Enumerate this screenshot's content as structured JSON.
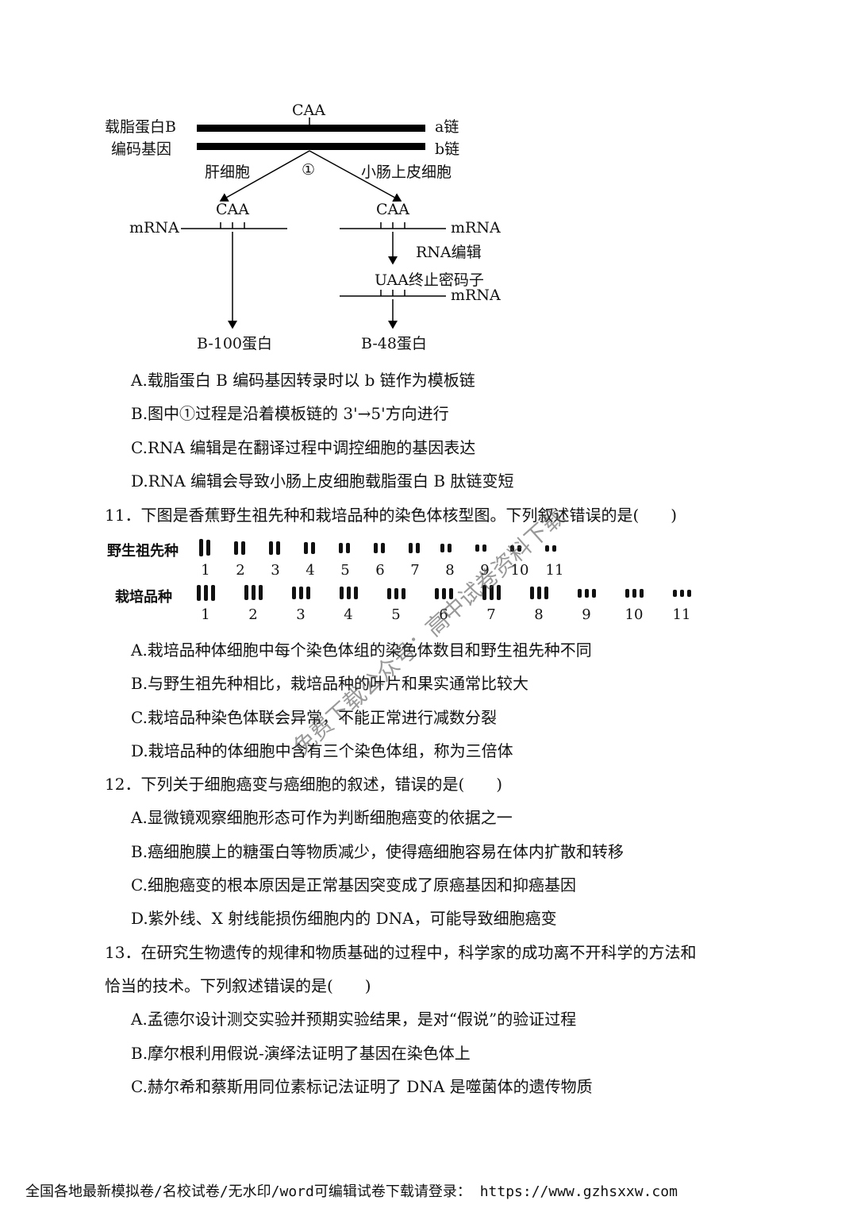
{
  "diagram": {
    "gene_label_line1": "载脂蛋白B",
    "gene_label_line2": "编码基因",
    "strand_a": "a链",
    "strand_b": "b链",
    "codon_top": "CAA",
    "left_cell": "肝细胞",
    "process_marker": "①",
    "right_cell": "小肠上皮细胞",
    "left_codon": "CAA",
    "right_codon": "CAA",
    "mrna_left": "mRNA",
    "mrna_right": "mRNA",
    "rna_editing": "RNA编辑",
    "stop_codon": "UAA终止密码子",
    "mrna_edited": "mRNA",
    "protein_left": "B-100蛋白",
    "protein_right": "B-48蛋白"
  },
  "q10_options": [
    "A.载脂蛋白 B 编码基因转录时以 b 链作为模板链",
    "B.图中①过程是沿着模板链的 3'→5'方向进行",
    "C.RNA 编辑是在翻译过程中调控细胞的基因表达",
    "D.RNA 编辑会导致小肠上皮细胞载脂蛋白 B 肽链变短"
  ],
  "q11": {
    "stem": "11．下图是香蕉野生祖先种和栽培品种的染色体核型图。下列叙述错误的是(　　)",
    "wild_label": "野生祖先种",
    "cultivated_label": "栽培品种",
    "numbers": [
      "1",
      "2",
      "3",
      "4",
      "5",
      "6",
      "7",
      "8",
      "9",
      "10",
      "11"
    ],
    "options": [
      "A.栽培品种体细胞中每个染色体组的染色体数目和野生祖先种不同",
      "B.与野生祖先种相比，栽培品种的叶片和果实通常比较大",
      "C.栽培品种染色体联会异常，不能正常进行减数分裂",
      "D.栽培品种的体细胞中含有三个染色体组，称为三倍体"
    ]
  },
  "q12": {
    "stem": "12．下列关于细胞癌变与癌细胞的叙述，错误的是(　　)",
    "options": [
      "A.显微镜观察细胞形态可作为判断细胞癌变的依据之一",
      "B.癌细胞膜上的糖蛋白等物质减少，使得癌细胞容易在体内扩散和转移",
      "C.细胞癌变的根本原因是正常基因突变成了原癌基因和抑癌基因",
      "D.紫外线、X 射线能损伤细胞内的 DNA，可能导致细胞癌变"
    ]
  },
  "q13": {
    "stem_line1": "13．在研究生物遗传的规律和物质基础的过程中，科学家的成功离不开科学的方法和",
    "stem_line2": "恰当的技术。下列叙述错误的是(　　)",
    "options": [
      "A.孟德尔设计测交实验并预期实验结果，是对“假说”的验证过程",
      "B.摩尔根利用假说-演绎法证明了基因在染色体上",
      "C.赫尔希和蔡斯用同位素标记法证明了 DNA 是噬菌体的遗传物质"
    ]
  },
  "watermark": "免费下载公众号：高中试卷资料下载",
  "footer": "全国各地最新模拟卷/名校试卷/无水印/word可编辑试卷下载请登录： https://www.gzhsxxw.com"
}
